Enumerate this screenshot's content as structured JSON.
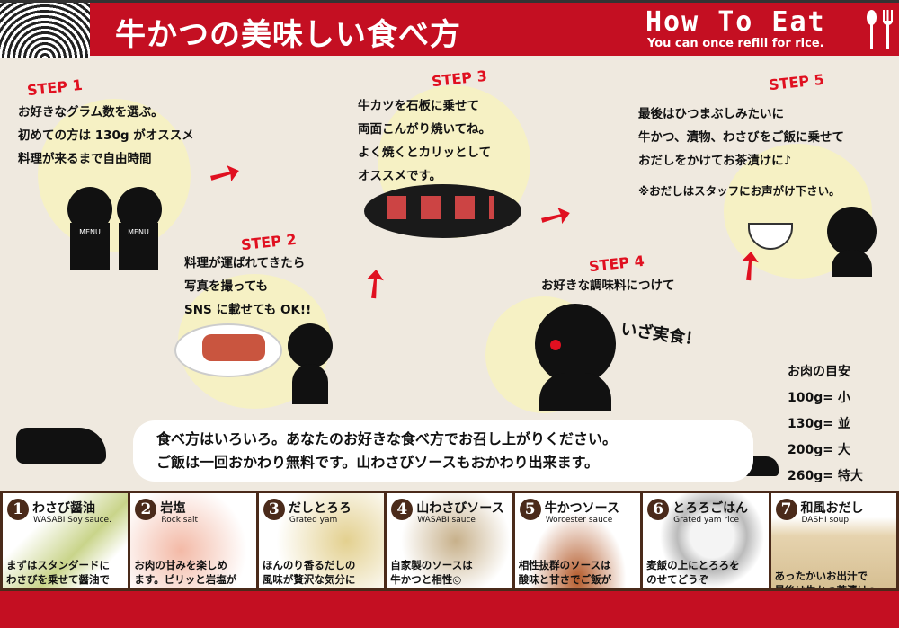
{
  "header": {
    "title": "牛かつの美味しい食べ方",
    "how_to_eat": "How To Eat",
    "subtitle": "You can once refill for rice."
  },
  "steps": [
    {
      "label": "STEP 1",
      "text": "お好きなグラム数を選ぶ。\n初めての方は 130g がオススメ\n料理が来るまで自由時間",
      "menu": "MENU"
    },
    {
      "label": "STEP 2",
      "text": "料理が運ばれてきたら\n写真を撮っても\nSNS に載せても OK!!"
    },
    {
      "label": "STEP 3",
      "text": "牛カツを石板に乗せて\n両面こんがり焼いてね。\nよく焼くとカリッとして\nオススメです。"
    },
    {
      "label": "STEP 4",
      "text": "お好きな調味料につけて",
      "exclaim": "いざ実食！"
    },
    {
      "label": "STEP 5",
      "text": "最後はひつまぶしみたいに\n牛かつ、漬物、わさびをご飯に乗せて\nおだしをかけてお茶漬けに♪",
      "note": "※おだしはスタッフにお声がけ下さい。"
    }
  ],
  "guide": {
    "title": "お肉の目安",
    "items": [
      "100g= 小",
      "130g= 並",
      "200g= 大",
      "260g= 特大"
    ]
  },
  "message": [
    "食べ方はいろいろ。あなたのお好きな食べ方でお召し上がりください。",
    "ご飯は一回おかわり無料です。山わさびソースもおかわり出来ます。"
  ],
  "condiments": [
    {
      "num": "1",
      "name": "わさび醤油",
      "en": "WASABI Soy sauce.",
      "desc": "まずはスタンダードに\nわさびを乗せて醤油で\nどうぞ。"
    },
    {
      "num": "2",
      "name": "岩塩",
      "en": "Rock salt",
      "desc": "お肉の甘みを楽しめ\nます。ピリッと岩塩が\nスパイス代わりに。"
    },
    {
      "num": "3",
      "name": "だしとろろ",
      "en": "Grated yam",
      "desc": "ほんのり香るだしの\n風味が贅沢な気分に\nさせてくれます。"
    },
    {
      "num": "4",
      "name": "山わさびソース",
      "en": "WASABI sauce",
      "desc": "自家製のソースは\n牛かつと相性◎\nキャベツにつけても"
    },
    {
      "num": "5",
      "name": "牛かつソース",
      "en": "Worcester sauce",
      "desc": "相性抜群のソースは\n酸味と甘さでご飯が\nすすみます。"
    },
    {
      "num": "6",
      "name": "とろろごはん",
      "en": "Grated yam rice",
      "desc": "麦飯の上にとろろを\nのせてどうぞ\n消化促進効果も◎"
    },
    {
      "num": "7",
      "name": "和風おだし",
      "en": "DASHI soup",
      "desc": "あったかいお出汁で\n最後は牛かつ茶漬け◎"
    }
  ],
  "colors": {
    "red": "#c40f22",
    "brown": "#4a2a1a",
    "bg": "#efe9df",
    "circle": "#f6f1c4"
  }
}
